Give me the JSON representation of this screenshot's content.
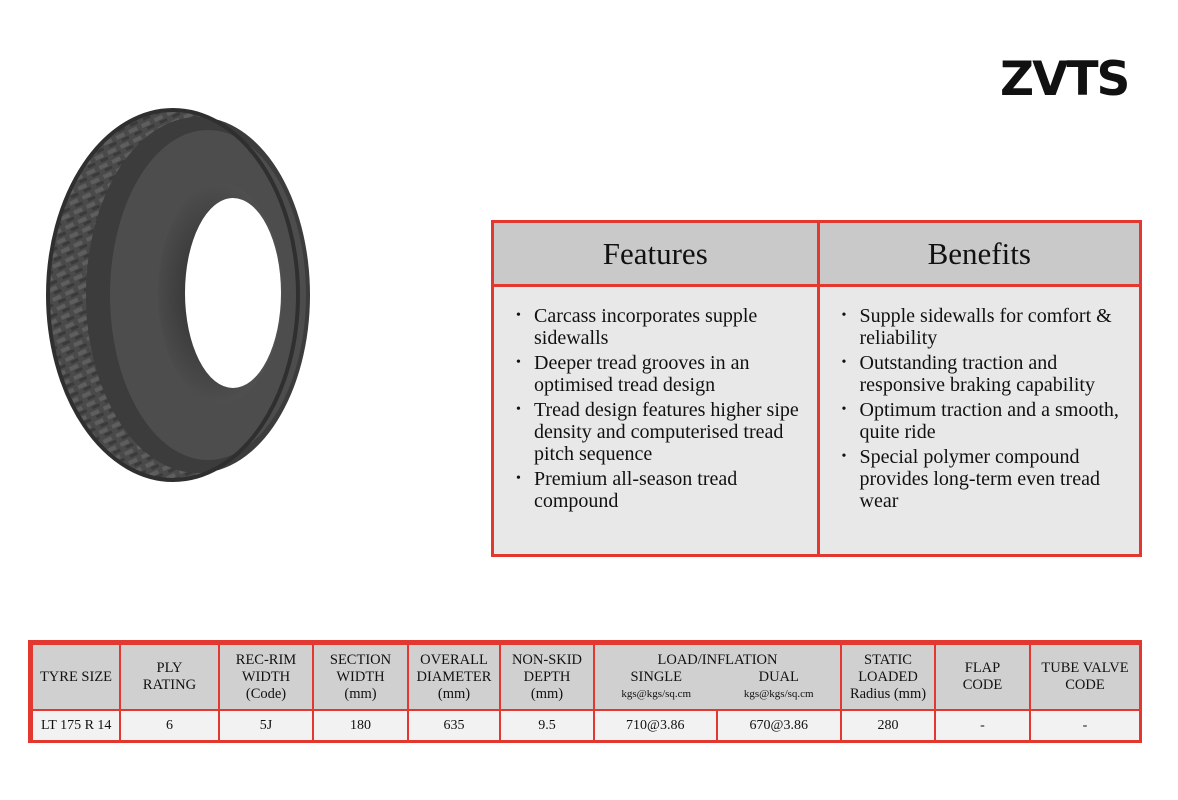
{
  "brand": {
    "logo_text": "ZVTS"
  },
  "product_image": {
    "icon": "tyre-image"
  },
  "features_benefits": {
    "features_title": "Features",
    "benefits_title": "Benefits",
    "features": [
      "Carcass incorporates supple sidewalls",
      "Deeper tread grooves in an optimised tread design",
      "Tread design features higher sipe density and computerised tread pitch sequence",
      "Premium all-season tread compound"
    ],
    "benefits": [
      "Supple sidewalls for comfort & reliability",
      "Outstanding traction and responsive braking capability",
      "Optimum traction and a smooth, quite ride",
      "Special polymer compound provides long-term even tread wear"
    ]
  },
  "spec_table": {
    "headers": {
      "tyre_size": "TYRE SIZE",
      "ply_rating": [
        "PLY",
        "RATING"
      ],
      "rec_rim": [
        "REC-RIM",
        "WIDTH",
        "(Code)"
      ],
      "section_width": [
        "SECTION",
        "WIDTH",
        "(mm)"
      ],
      "overall_diameter": [
        "OVERALL",
        "DIAMETER",
        "(mm)"
      ],
      "non_skid": [
        "NON-SKID",
        "DEPTH",
        "(mm)"
      ],
      "load_inflation": "LOAD/INFLATION",
      "single": "SINGLE",
      "single_unit": "kgs@kgs/sq.cm",
      "dual": "DUAL",
      "dual_unit": "kgs@kgs/sq.cm",
      "static_loaded": [
        "STATIC",
        "LOADED",
        "Radius (mm)"
      ],
      "flap_code": [
        "FLAP",
        "CODE"
      ],
      "tube_valve": [
        "TUBE VALVE",
        "CODE"
      ]
    },
    "rows": [
      {
        "tyre_size": "LT 175 R 14",
        "ply_rating": "6",
        "rec_rim": "5J",
        "section_width": "180",
        "overall_diameter": "635",
        "non_skid": "9.5",
        "single": "710@3.86",
        "dual": "670@3.86",
        "static_loaded": "280",
        "flap_code": "-",
        "tube_valve": "-"
      }
    ]
  },
  "colors": {
    "accent_border": "#e2382f",
    "header_fill": "#c9c9c9",
    "body_fill": "#e8e8e8"
  }
}
